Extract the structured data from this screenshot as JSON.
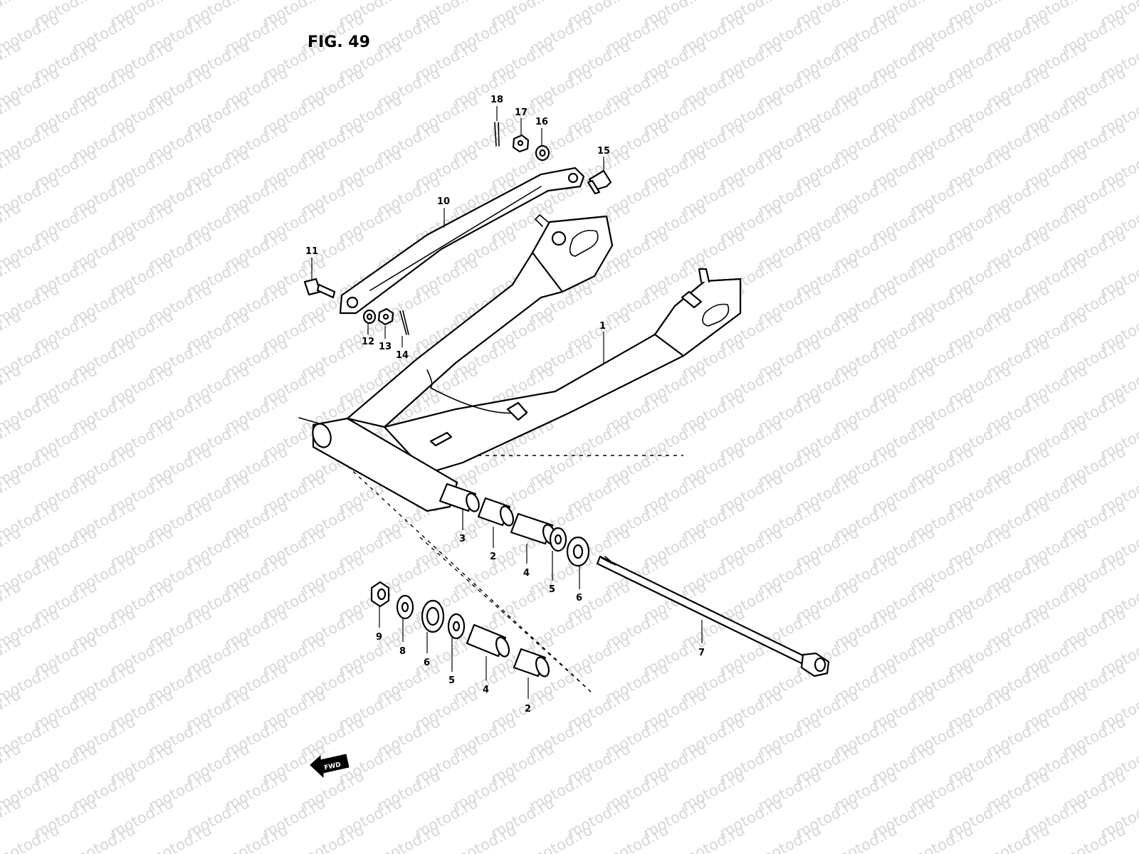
{
  "figure_title": "FIG. 49",
  "watermark": "motod.ru",
  "fwd_label": "FWD",
  "callouts": [
    {
      "id": "1",
      "label": "1"
    },
    {
      "id": "2a",
      "label": "2"
    },
    {
      "id": "2b",
      "label": "2"
    },
    {
      "id": "3",
      "label": "3"
    },
    {
      "id": "4a",
      "label": "4"
    },
    {
      "id": "4b",
      "label": "4"
    },
    {
      "id": "5a",
      "label": "5"
    },
    {
      "id": "5b",
      "label": "5"
    },
    {
      "id": "6a",
      "label": "6"
    },
    {
      "id": "6b",
      "label": "6"
    },
    {
      "id": "7",
      "label": "7"
    },
    {
      "id": "8",
      "label": "8"
    },
    {
      "id": "9",
      "label": "9"
    },
    {
      "id": "10",
      "label": "10"
    },
    {
      "id": "11",
      "label": "11"
    },
    {
      "id": "12",
      "label": "12"
    },
    {
      "id": "13",
      "label": "13"
    },
    {
      "id": "14",
      "label": "14"
    },
    {
      "id": "15",
      "label": "15"
    },
    {
      "id": "16",
      "label": "16"
    },
    {
      "id": "17",
      "label": "17"
    },
    {
      "id": "18",
      "label": "18"
    }
  ]
}
